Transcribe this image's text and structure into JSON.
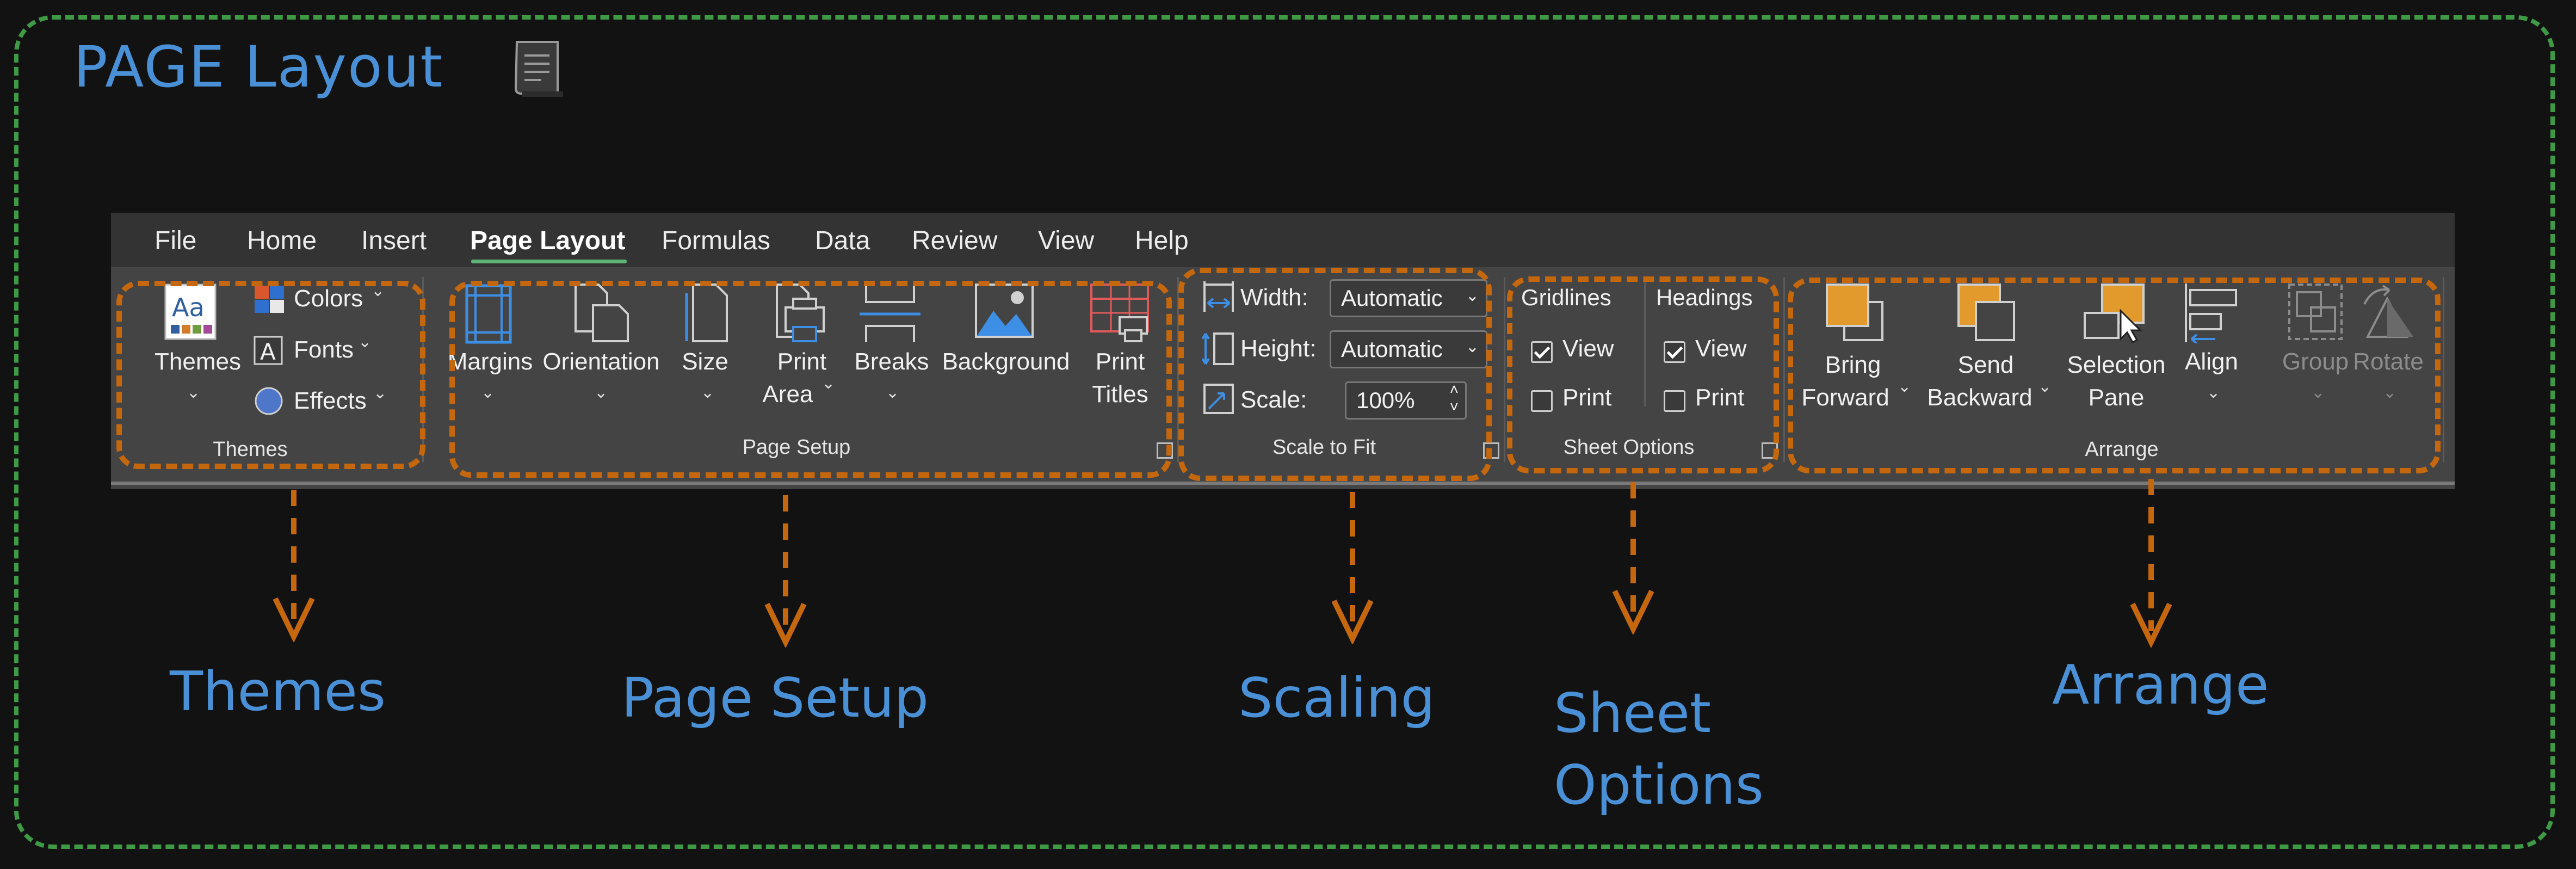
{
  "page": {
    "title": "PAGE Layout",
    "doc_icon": "document-icon"
  },
  "ribbon": {
    "tabs": [
      {
        "label": "File"
      },
      {
        "label": "Home"
      },
      {
        "label": "Insert"
      },
      {
        "label": "Page Layout",
        "active": true
      },
      {
        "label": "Formulas"
      },
      {
        "label": "Data"
      },
      {
        "label": "Review"
      },
      {
        "label": "View"
      },
      {
        "label": "Help"
      }
    ],
    "themes_group": {
      "label": "Themes",
      "themes_button": "Themes",
      "colors": "Colors",
      "fonts": "Fonts",
      "effects": "Effects"
    },
    "page_setup_group": {
      "label": "Page Setup",
      "margins": "Margins",
      "orientation": "Orientation",
      "size": "Size",
      "print_area_1": "Print",
      "print_area_2": "Area",
      "breaks": "Breaks",
      "background": "Background",
      "print_titles_1": "Print",
      "print_titles_2": "Titles"
    },
    "scale_group": {
      "label": "Scale to Fit",
      "width_label": "Width:",
      "width_value": "Automatic",
      "height_label": "Height:",
      "height_value": "Automatic",
      "scale_label": "Scale:",
      "scale_value": "100%"
    },
    "sheet_options_group": {
      "label": "Sheet Options",
      "gridlines": "Gridlines",
      "headings": "Headings",
      "gridlines_view": {
        "label": "View",
        "checked": true
      },
      "gridlines_print": {
        "label": "Print",
        "checked": false
      },
      "headings_view": {
        "label": "View",
        "checked": true
      },
      "headings_print": {
        "label": "Print",
        "checked": false
      }
    },
    "arrange_group": {
      "label": "Arrange",
      "bring_forward_1": "Bring",
      "bring_forward_2": "Forward",
      "send_backward_1": "Send",
      "send_backward_2": "Backward",
      "selection_pane_1": "Selection",
      "selection_pane_2": "Pane",
      "align": "Align",
      "group": "Group",
      "rotate": "Rotate"
    }
  },
  "callouts": {
    "themes": "Themes",
    "page_setup": "Page Setup",
    "scaling": "Scaling",
    "sheet_options_1": "Sheet",
    "sheet_options_2": "Options",
    "arrange": "Arrange"
  },
  "colors": {
    "frame": "#3f9a45",
    "callout_text": "#4a90d6",
    "highlight": "#c5670d",
    "arrange_accent": "#e39a2d",
    "active_tab_underline": "#5fb377"
  }
}
